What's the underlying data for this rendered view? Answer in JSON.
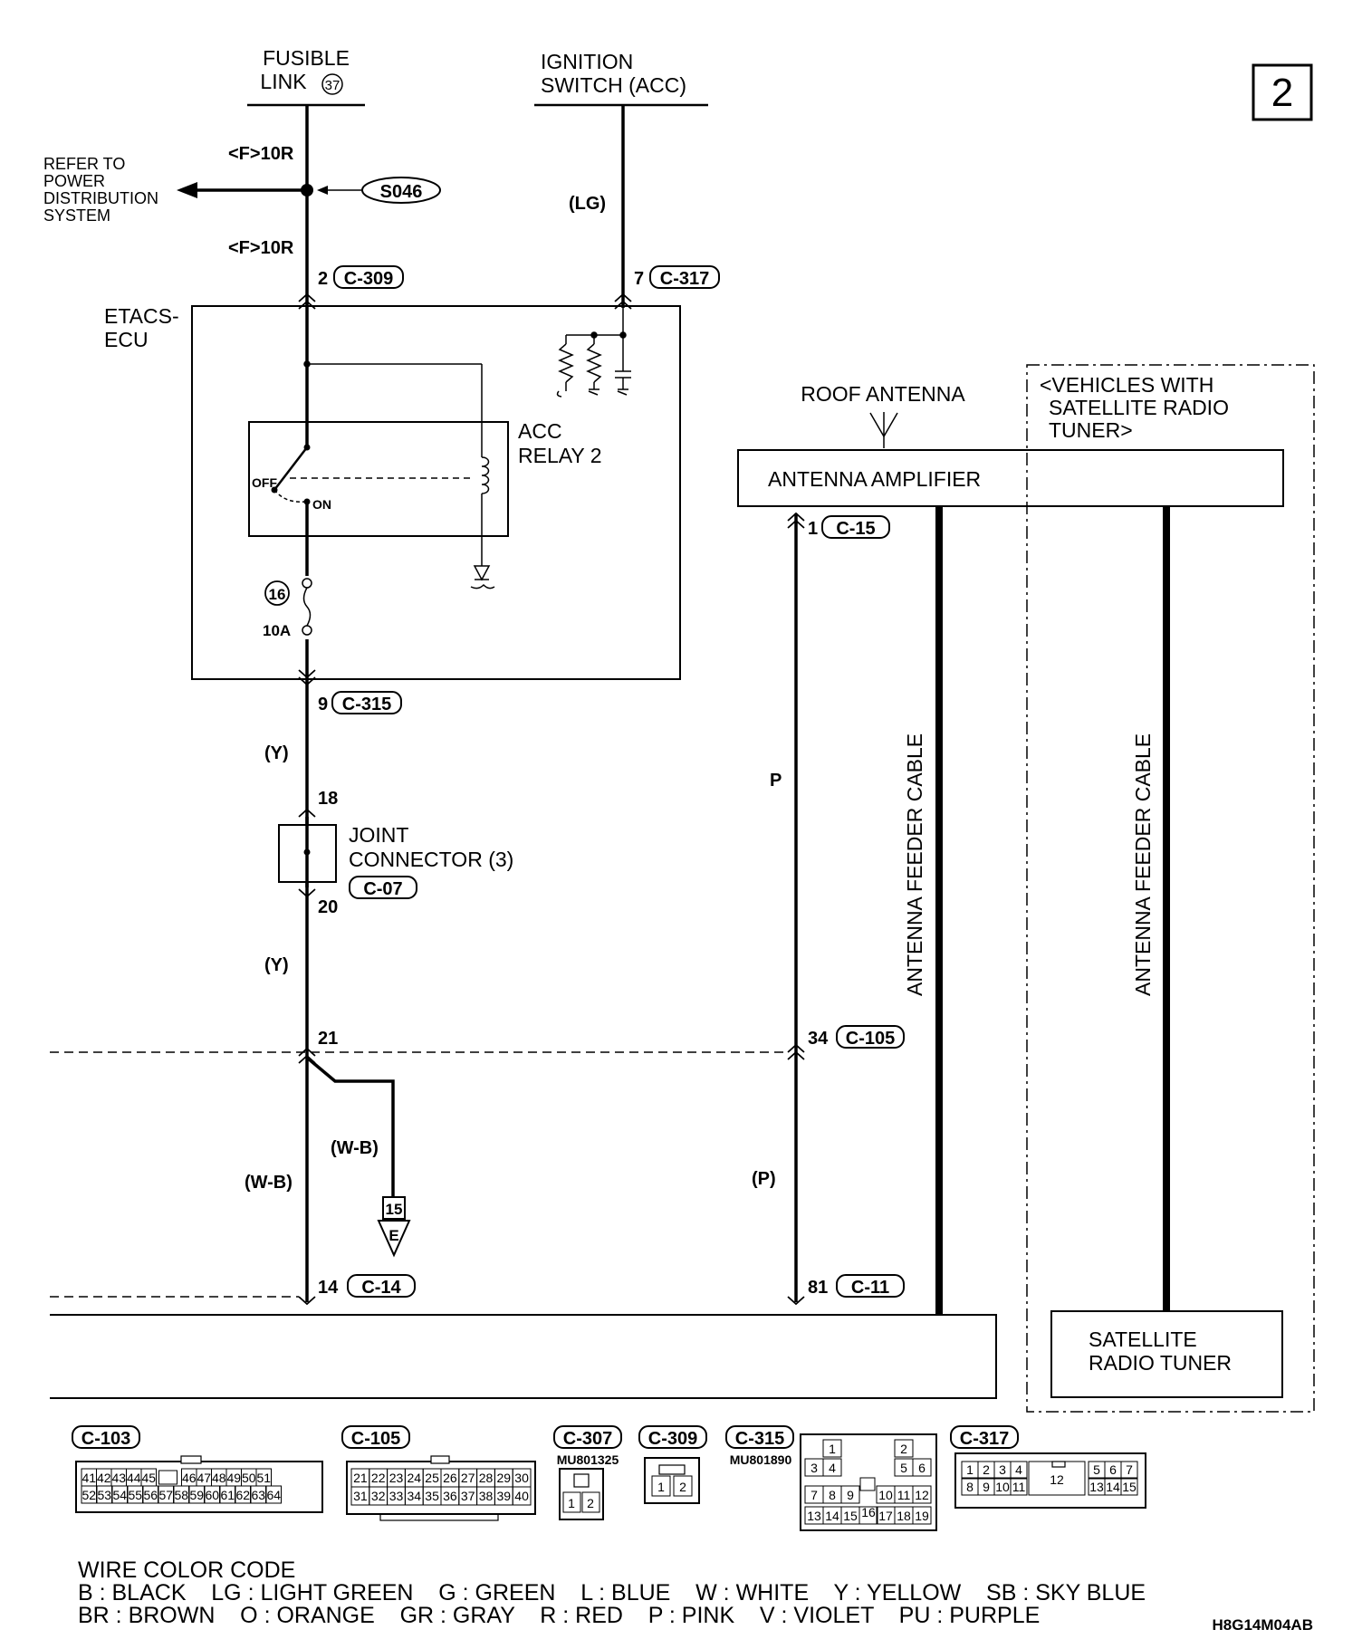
{
  "page_number": "2",
  "doc_code": "H8G14M04AB",
  "sources": {
    "fusible_link": {
      "line1": "FUSIBLE",
      "line2": "LINK",
      "number": "37"
    },
    "ignition_switch": {
      "line1": "IGNITION",
      "line2": "SWITCH (ACC)"
    }
  },
  "refer_to": [
    "REFER TO",
    "POWER",
    "DISTRIBUTION",
    "SYSTEM"
  ],
  "splice": "S046",
  "wires": {
    "f10r_top": "<F>10R",
    "f10r_bottom": "<F>10R",
    "lg": "(LG)",
    "y_upper": "(Y)",
    "y_lower": "(Y)",
    "wb_left": "(W-B)",
    "wb_branch": "(W-B)",
    "p_upper": "P",
    "p_lower": "(P)"
  },
  "pins": {
    "c309": {
      "pin": "2",
      "connector": "C-309"
    },
    "c317": {
      "pin": "7",
      "connector": "C-317"
    },
    "c315": {
      "pin": "9",
      "connector": "C-315"
    },
    "c07_in": "18",
    "c07_out": "20",
    "c07_connector": "C-07",
    "row21": "21",
    "c105": {
      "pin": "34",
      "connector": "C-105"
    },
    "c14": {
      "pin": "14",
      "connector": "C-14"
    },
    "c15": {
      "pin": "1",
      "connector": "C-15"
    },
    "c11": {
      "pin": "81",
      "connector": "C-11"
    }
  },
  "etacs": {
    "line1": "ETACS-",
    "line2": "ECU"
  },
  "relay": {
    "line1": "ACC",
    "line2": "RELAY 2",
    "off": "OFF",
    "on": "ON"
  },
  "fuse": {
    "number": "16",
    "rating": "10A"
  },
  "joint": {
    "line1": "JOINT",
    "line2": "CONNECTOR (3)"
  },
  "ground": {
    "number": "15",
    "letter": "E"
  },
  "roof_antenna": "ROOF ANTENNA",
  "antenna_amp": "ANTENNA AMPLIFIER",
  "feeder_cable_1": "ANTENNA FEEDER CABLE",
  "feeder_cable_2": "ANTENNA FEEDER CABLE",
  "vehicles_note": [
    "<VEHICLES WITH",
    "SATELLITE RADIO",
    "TUNER>"
  ],
  "sat_tuner": {
    "line1": "SATELLITE",
    "line2": "RADIO TUNER"
  },
  "connector_views": {
    "c103": {
      "name": "C-103",
      "row1": [
        "41",
        "42",
        "43",
        "44",
        "45",
        "46",
        "47",
        "48",
        "49",
        "50",
        "51"
      ],
      "row2": [
        "52",
        "53",
        "54",
        "55",
        "56",
        "57",
        "58",
        "59",
        "60",
        "61",
        "62",
        "63",
        "64"
      ]
    },
    "c105": {
      "name": "C-105",
      "row1": [
        "21",
        "22",
        "23",
        "24",
        "25",
        "26",
        "27",
        "28",
        "29",
        "30"
      ],
      "row2": [
        "31",
        "32",
        "33",
        "34",
        "35",
        "36",
        "37",
        "38",
        "39",
        "40"
      ]
    },
    "c307": {
      "name": "C-307",
      "part": "MU801325",
      "pins": [
        "1",
        "2"
      ]
    },
    "c309": {
      "name": "C-309",
      "pins": [
        "1",
        "2"
      ]
    },
    "c315": {
      "name": "C-315",
      "part": "MU801890",
      "row1": [
        "1",
        "2"
      ],
      "row2": [
        "3",
        "4",
        "5",
        "6"
      ],
      "row3": [
        "7",
        "8",
        "9",
        "10",
        "11",
        "12"
      ],
      "row4": [
        "13",
        "14",
        "15",
        "16",
        "17",
        "18",
        "19"
      ]
    },
    "c317": {
      "name": "C-317",
      "row1": [
        "1",
        "2",
        "3",
        "4",
        "5",
        "6",
        "7"
      ],
      "center": "12",
      "row2": [
        "8",
        "9",
        "10",
        "11",
        "13",
        "14",
        "15"
      ]
    }
  },
  "wire_color_code": {
    "title": "WIRE COLOR CODE",
    "line1": "B : BLACK    LG : LIGHT GREEN    G : GREEN    L : BLUE    W : WHITE    Y : YELLOW    SB : SKY BLUE",
    "line2": "BR : BROWN    O : ORANGE    GR : GRAY    R : RED    P : PINK    V : VIOLET    PU : PURPLE"
  }
}
